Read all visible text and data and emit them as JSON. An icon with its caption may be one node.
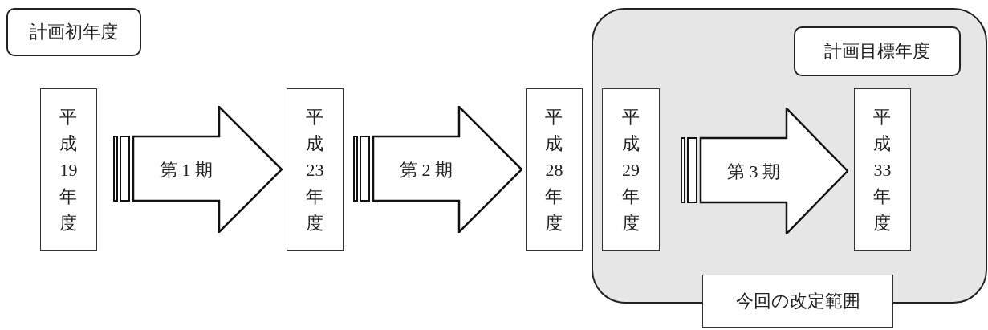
{
  "diagram": {
    "nodes": [
      {
        "text": [
          "計画初年度"
        ]
      },
      {
        "text": [
          "平成19年度"
        ]
      },
      {
        "text": [
          "第 1 期"
        ]
      },
      {
        "text": [
          "平成23年度"
        ]
      },
      {
        "text": [
          "第 2 期"
        ]
      },
      {
        "text": [
          "平成28年度"
        ]
      },
      {
        "text": [],
        "shape": "box"
      },
      {
        "text": [
          "計画目標年度"
        ],
        "in": 6
      },
      {
        "text": [
          "平成29年度"
        ],
        "in": 6
      },
      {
        "text": [
          "第 3 期"
        ],
        "in": 6
      },
      {
        "text": [
          "平成33年度"
        ],
        "in": 6
      },
      {
        "text": [
          "今回の改定範囲"
        ]
      }
    ]
  }
}
